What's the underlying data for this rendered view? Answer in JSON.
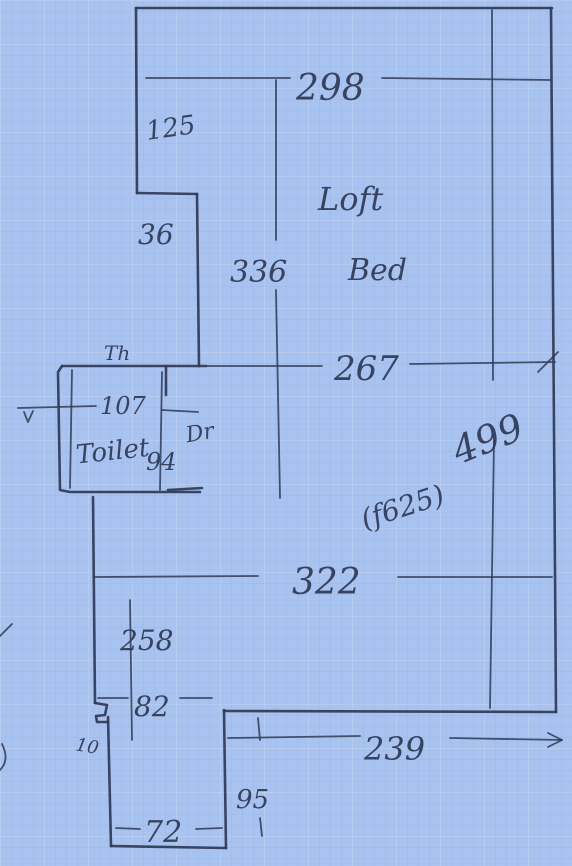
{
  "dimensions": {
    "top_width": "298",
    "top_notch_height": "125",
    "notch_width": "36",
    "loft_height": "336",
    "loft_width": "267",
    "total_height": "499",
    "mid_width": "322",
    "lower_left_height": "258",
    "step_width": "82",
    "step_offset": "10",
    "bottom_width": "72",
    "bottom_height": "95",
    "bottom_right_width": "239",
    "toilet_width": "107",
    "toilet_depth": "94"
  },
  "labels": {
    "room_line1": "Loft",
    "room_line2": "Bed",
    "ceiling_note": "(f625)",
    "toilet": "Toilet",
    "toilet_top": "Th",
    "door": "Dr"
  },
  "colors": {
    "paper": "#a9c3f0",
    "pencil": "#2f3a55"
  }
}
